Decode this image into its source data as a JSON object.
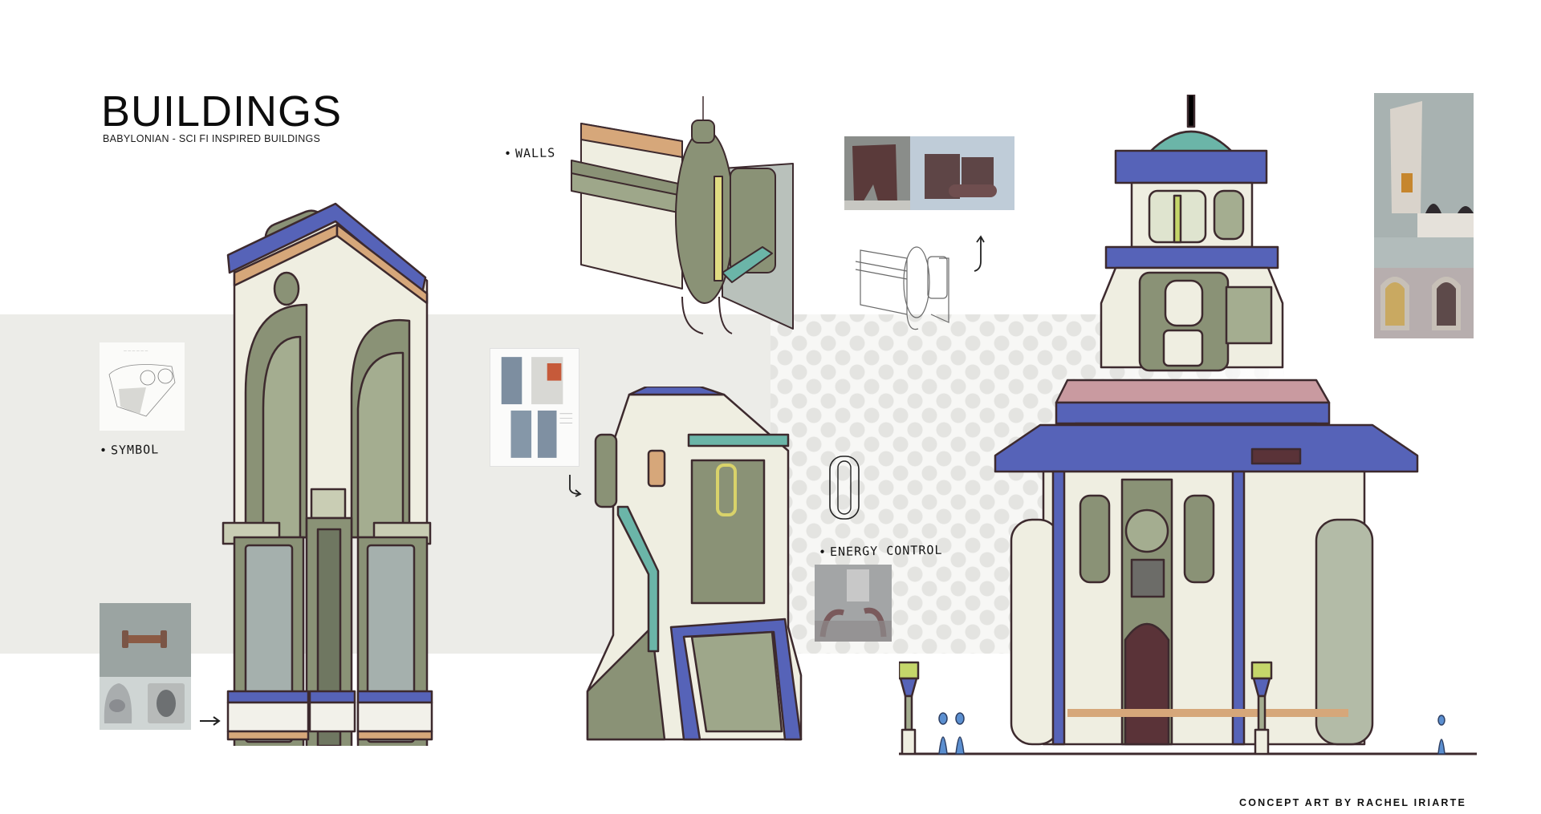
{
  "header": {
    "title": "BUILDINGS",
    "subtitle": "BABYLONIAN - SCI FI INSPIRED BUILDINGS"
  },
  "footer": {
    "credit": "CONCEPT ART BY RACHEL IRIARTE"
  },
  "annotations": {
    "walls": "WALLS",
    "symbol": "SYMBOL",
    "energy_control": "ENERGY CONTROL"
  },
  "artworks": [
    {
      "id": "arch-gate",
      "label": "Arched gate building sketch"
    },
    {
      "id": "walls-unit",
      "label": "Wall-mounted machinery sketch"
    },
    {
      "id": "walls-lineart",
      "label": "Wall unit line art"
    },
    {
      "id": "energy-kiosk",
      "label": "Energy control kiosk sketch"
    },
    {
      "id": "tower",
      "label": "Domed tower building with street lamps and figures"
    }
  ],
  "references": [
    {
      "id": "symbol-ref",
      "label": "Babylonian tablet symbol reference"
    },
    {
      "id": "seal-ref",
      "label": "Cylinder seal and stamp references"
    },
    {
      "id": "kiosk-ref",
      "label": "Sci-fi vending kiosk reference sheet"
    },
    {
      "id": "walls-ref",
      "label": "Industrial wall structure references"
    },
    {
      "id": "energy-ref",
      "label": "Energy control room reference"
    },
    {
      "id": "mosque-ref",
      "label": "Mosque and arched doorway photo references"
    }
  ],
  "colors": {
    "ink": "#3d2a2e",
    "blue": "#5663b8",
    "sage": "#8a9276",
    "cream": "#efeee1",
    "teal": "#6bb5a8",
    "tan": "#d6a77a",
    "band": "#ecece8"
  }
}
